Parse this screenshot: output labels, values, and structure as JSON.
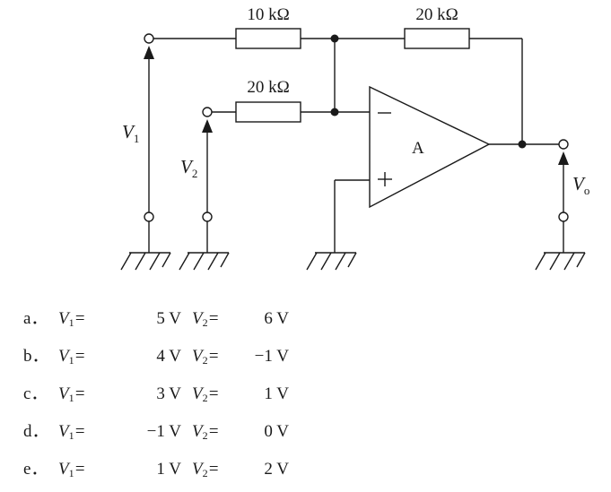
{
  "circuit": {
    "r_top_left": "10 kΩ",
    "r_top_right": "20 kΩ",
    "r_mid": "20 kΩ",
    "v1_label": "V",
    "v1_sub": "1",
    "v2_label": "V",
    "v2_sub": "2",
    "vo_label": "V",
    "vo_sub": "o",
    "opamp_label": "A",
    "minus_sign": "−",
    "plus_sign": "+"
  },
  "options": [
    {
      "letter": "a．",
      "v1": "V",
      "v1_sub": "1",
      "eq": "=",
      "v1_val": "5 V",
      "v2": "V",
      "v2_sub": "2",
      "v2_val": "6 V"
    },
    {
      "letter": "b．",
      "v1": "V",
      "v1_sub": "1",
      "eq": "=",
      "v1_val": "4 V",
      "v2": "V",
      "v2_sub": "2",
      "v2_val": "−1 V"
    },
    {
      "letter": "c．",
      "v1": "V",
      "v1_sub": "1",
      "eq": "=",
      "v1_val": "3 V",
      "v2": "V",
      "v2_sub": "2",
      "v2_val": "1 V"
    },
    {
      "letter": "d．",
      "v1": "V",
      "v1_sub": "1",
      "eq": "=",
      "v1_val": "−1 V",
      "v2": "V",
      "v2_sub": "2",
      "v2_val": "0 V"
    },
    {
      "letter": "e．",
      "v1": "V",
      "v1_sub": "1",
      "eq": "=",
      "v1_val": "1 V",
      "v2": "V",
      "v2_sub": "2",
      "v2_val": "2 V"
    }
  ]
}
